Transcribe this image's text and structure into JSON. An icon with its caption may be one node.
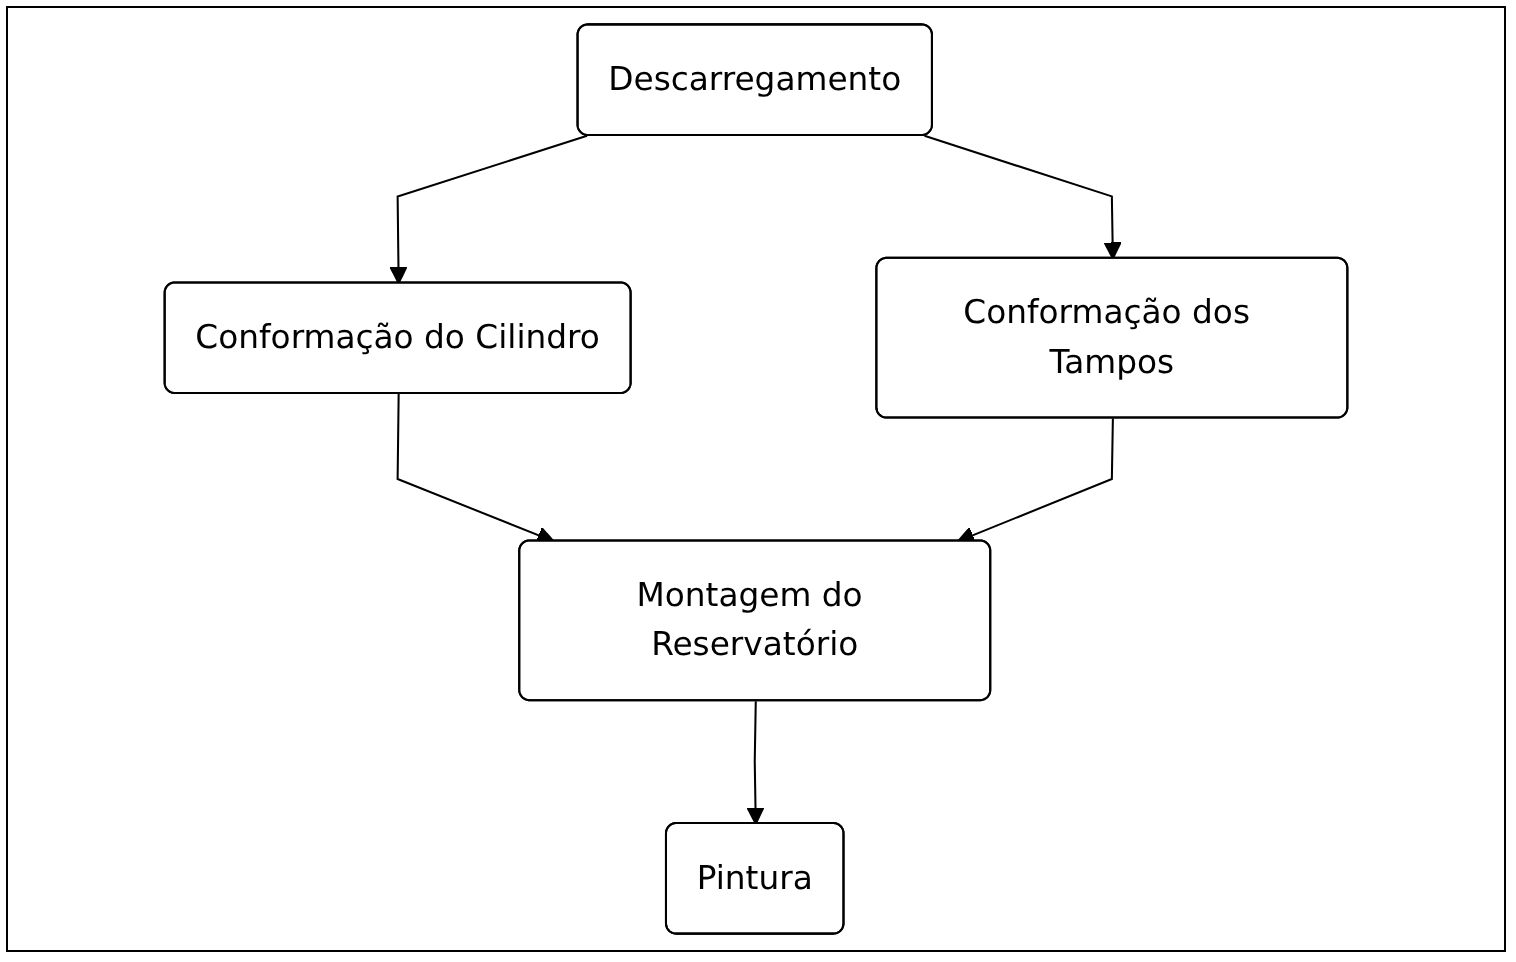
{
  "diagram": {
    "nodes": [
      {
        "text": [
          "Descarregamento"
        ]
      },
      {
        "text": [
          "Conformação do Cilindro"
        ]
      },
      {
        "text": [
          "Conformação dos Tampos"
        ]
      },
      {
        "text": [
          "Montagem do Reservatório"
        ]
      },
      {
        "text": [
          "Pintura"
        ]
      }
    ],
    "edges": [
      {
        "from": 0,
        "to": 1,
        "arrow": "to"
      },
      {
        "from": 0,
        "to": 2,
        "arrow": "to"
      },
      {
        "from": 1,
        "to": 3,
        "arrow": "to"
      },
      {
        "from": 2,
        "to": 3,
        "arrow": "to"
      },
      {
        "from": 3,
        "to": 4,
        "arrow": "to"
      }
    ]
  }
}
